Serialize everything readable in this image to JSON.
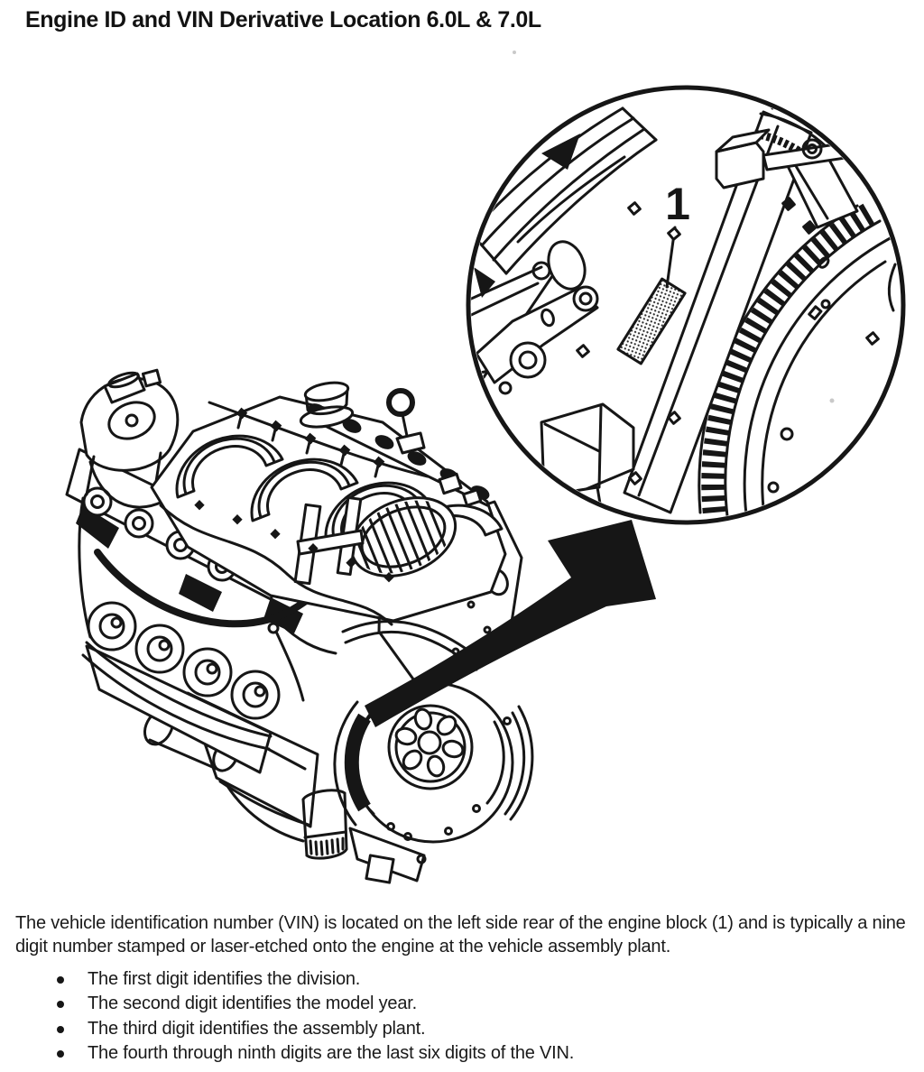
{
  "page": {
    "title": "Engine ID and VIN Derivative Location 6.0L & 7.0L",
    "figure": {
      "callout_label": "1",
      "description_semantics": "engine-vin-location-line-drawing",
      "ink_color": "#161616",
      "paper_color": "#ffffff"
    },
    "paragraph": "The vehicle identification number (VIN) is located on the left side rear of the engine block (1) and is typically a nine digit number stamped or laser-etched onto the engine at the vehicle assembly plant.",
    "bullets": [
      "The first digit identifies the division.",
      "The second digit identifies the model year.",
      "The third digit identifies the assembly plant.",
      "The fourth through ninth digits are the last six digits of the VIN."
    ]
  }
}
